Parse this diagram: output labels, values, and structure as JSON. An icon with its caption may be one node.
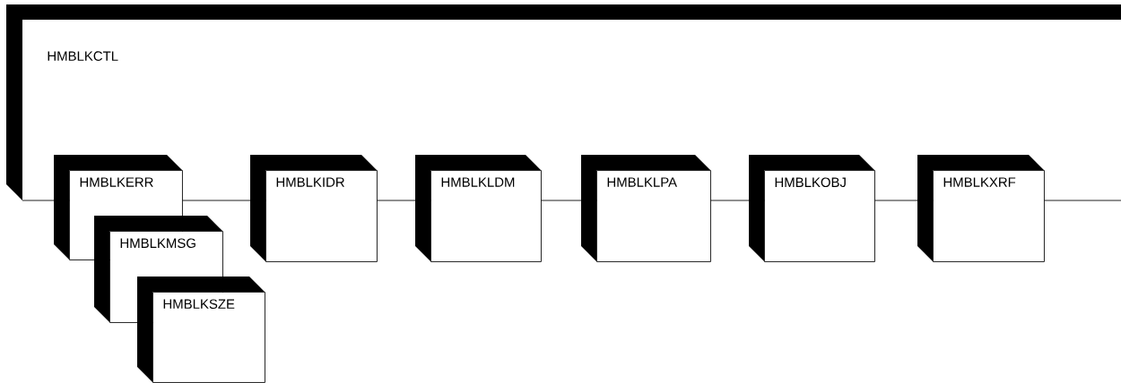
{
  "diagram": {
    "nodes": [
      {
        "text": [
          "HMBLKCTL"
        ]
      },
      {
        "text": [
          "HMBLKERR"
        ]
      },
      {
        "text": [
          "HMBLKMSG"
        ]
      },
      {
        "text": [
          "HMBLKSZE"
        ]
      },
      {
        "text": [
          "HMBLKIDR"
        ]
      },
      {
        "text": [
          "HMBLKLDM"
        ]
      },
      {
        "text": [
          "HMBLKLPA"
        ]
      },
      {
        "text": [
          "HMBLKOBJ"
        ]
      },
      {
        "text": [
          "HMBLKXRF"
        ]
      }
    ]
  }
}
